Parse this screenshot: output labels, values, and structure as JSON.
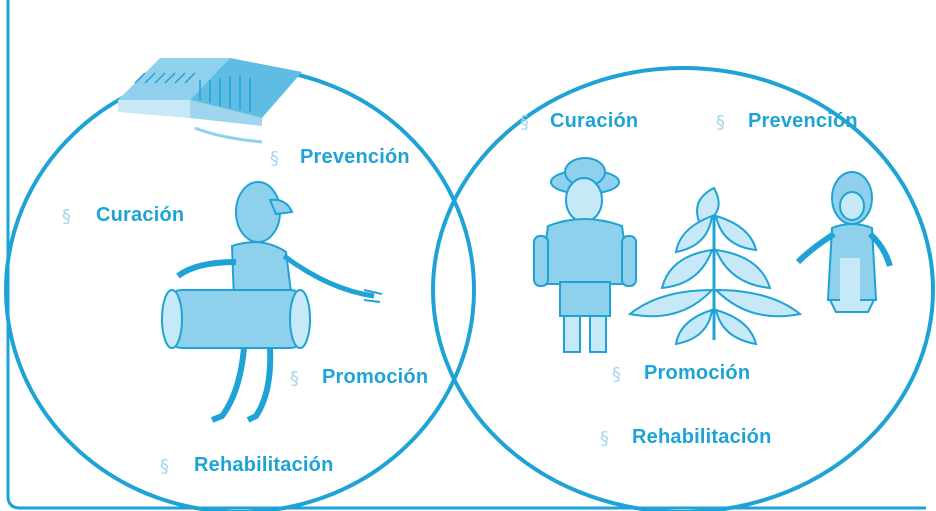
{
  "colors": {
    "primary": "#1fa3d6",
    "fill": "#8fd0ec",
    "fill_light": "#c7e8f6",
    "bullet": "#9fd6ee"
  },
  "bullet_glyph": "§",
  "left_circle": {
    "labels": {
      "prevencion": "Prevención",
      "curacion": "Curación",
      "promocion": "Promoción",
      "rehabilitacion": "Rehabilitación"
    },
    "icons": [
      "hospital-building-icon",
      "health-worker-with-bag-icon"
    ]
  },
  "right_circle": {
    "labels": {
      "curacion": "Curación",
      "prevencion": "Prevención",
      "promocion": "Promoción",
      "rehabilitacion": "Rehabilitación"
    },
    "icons": [
      "indigenous-man-icon",
      "medicinal-plant-icon",
      "indigenous-woman-icon"
    ]
  }
}
